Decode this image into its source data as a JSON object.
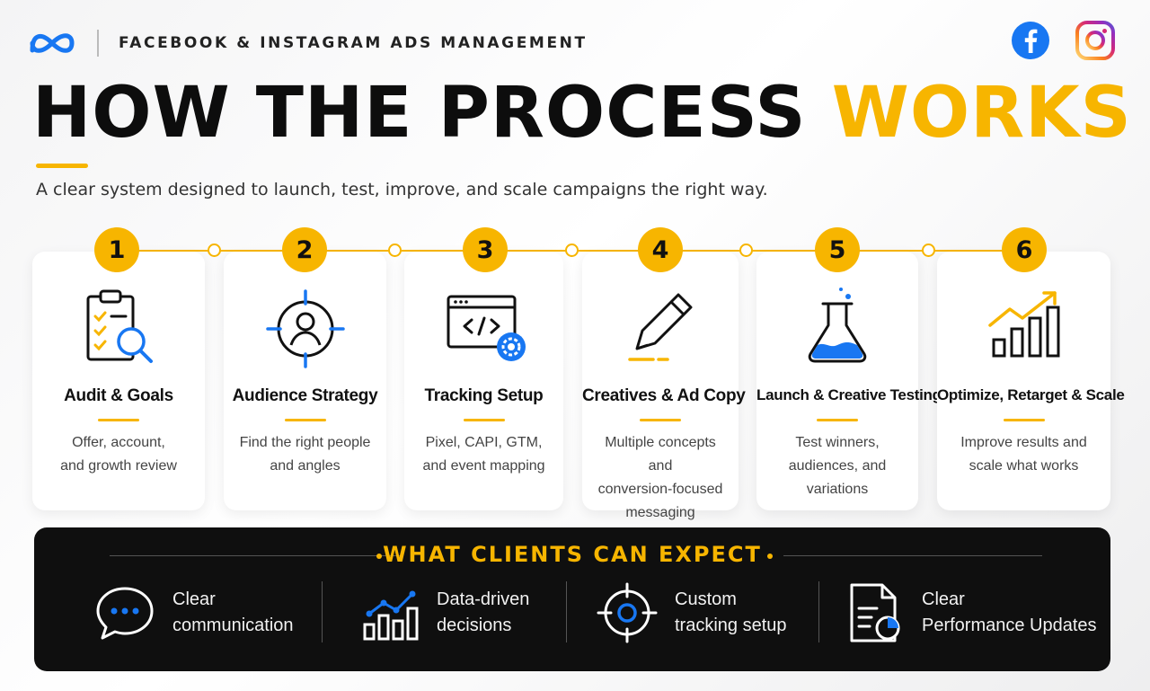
{
  "header": {
    "eyebrow": "FACEBOOK & INSTAGRAM ADS MANAGEMENT",
    "logo_icon": "meta-logo-icon",
    "social_icons": [
      "facebook-icon",
      "instagram-icon"
    ]
  },
  "hero": {
    "title_main": "HOW THE PROCESS",
    "title_accent": "WORKS",
    "subtitle": "A clear system designed to launch, test, improve, and scale campaigns the right way."
  },
  "colors": {
    "accent": "#f7b500",
    "dark": "#0f0f0f",
    "blue": "#1877f2"
  },
  "steps": [
    {
      "number": "1",
      "title": "Audit & Goals",
      "icon": "clipboard-search-icon",
      "description": [
        "Offer, account,",
        "and growth review"
      ]
    },
    {
      "number": "2",
      "title": "Audience Strategy",
      "icon": "audience-target-icon",
      "description": [
        "Find the right people",
        "and angles"
      ]
    },
    {
      "number": "3",
      "title": "Tracking Setup",
      "icon": "code-settings-icon",
      "description": [
        "Pixel, CAPI, GTM,",
        "and event mapping"
      ]
    },
    {
      "number": "4",
      "title": "Creatives & Ad Copy",
      "icon": "pencil-icon",
      "description": [
        "Multiple concepts and",
        "conversion-focused",
        "messaging"
      ]
    },
    {
      "number": "5",
      "title": "Launch & Creative Testing",
      "icon": "flask-icon",
      "description": [
        "Test winners,",
        "audiences, and",
        "variations"
      ]
    },
    {
      "number": "6",
      "title": "Optimize, Retarget & Scale",
      "icon": "growth-chart-icon",
      "description": [
        "Improve results and",
        "scale what works"
      ]
    }
  ],
  "expect": {
    "title": "WHAT CLIENTS CAN EXPECT",
    "items": [
      {
        "icon": "chat-bubble-icon",
        "lines": [
          "Clear",
          "communication"
        ]
      },
      {
        "icon": "data-chart-icon",
        "lines": [
          "Data-driven",
          "decisions"
        ]
      },
      {
        "icon": "crosshair-icon",
        "lines": [
          "Custom",
          "tracking setup"
        ]
      },
      {
        "icon": "report-icon",
        "lines": [
          "Clear",
          "Performance Updates"
        ]
      }
    ]
  }
}
